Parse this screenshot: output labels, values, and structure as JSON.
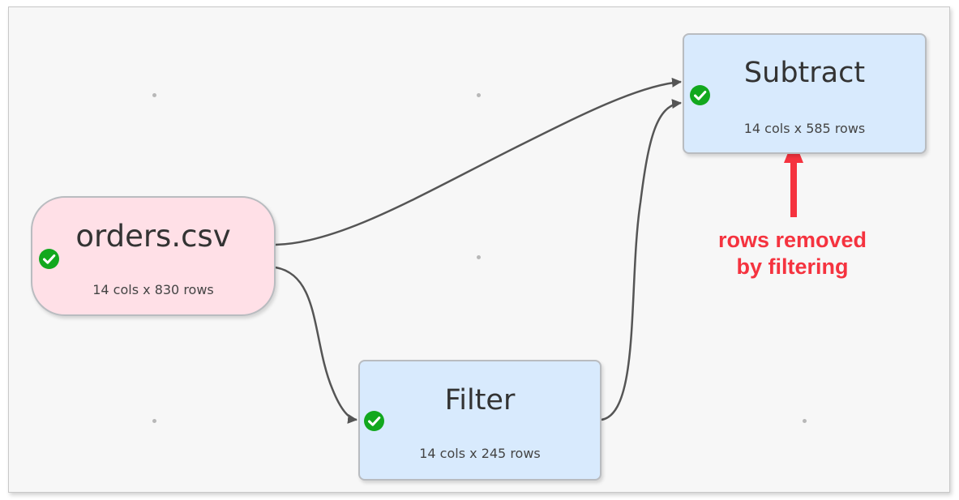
{
  "diagram": {
    "nodes": [
      {
        "id": "orders",
        "kind": "input",
        "title": "orders.csv",
        "info": "14 cols x 830 rows",
        "status_icon": "check-icon"
      },
      {
        "id": "filter",
        "kind": "transform",
        "title": "Filter",
        "info": "14 cols x 245 rows",
        "status_icon": "check-icon"
      },
      {
        "id": "subtract",
        "kind": "transform",
        "title": "Subtract",
        "info": "14 cols x 585 rows",
        "status_icon": "check-icon"
      }
    ],
    "edges": [
      {
        "from": "orders",
        "to": "subtract"
      },
      {
        "from": "orders",
        "to": "filter"
      },
      {
        "from": "filter",
        "to": "subtract"
      }
    ],
    "annotation": {
      "line1": "rows removed",
      "line2": "by filtering"
    },
    "colors": {
      "input_node_fill": "#ffe0e7",
      "transform_node_fill": "#d8eafd",
      "node_border": "#b9bcc0",
      "status_ok": "#12a81e",
      "edge": "#555555",
      "annotation": "#f5333f",
      "canvas": "#f7f7f7"
    }
  }
}
